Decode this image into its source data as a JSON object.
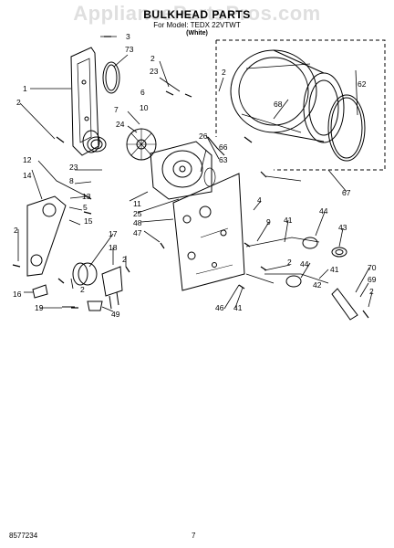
{
  "header": {
    "title": "BULKHEAD PARTS",
    "subtitle": "For Model: TEDX 22VTWT",
    "color_note": "(White)"
  },
  "watermark": "AppliancePartsPros.com",
  "footer": {
    "doc_number": "8577234",
    "page_number": "7"
  },
  "callouts": [
    "1",
    "2",
    "3",
    "73",
    "2",
    "23",
    "7",
    "24",
    "6",
    "10",
    "2",
    "26",
    "66",
    "63",
    "68",
    "62",
    "67",
    "12",
    "14",
    "23",
    "8",
    "13",
    "5",
    "15",
    "2",
    "17",
    "18",
    "2",
    "16",
    "19",
    "49",
    "2",
    "11",
    "25",
    "48",
    "47",
    "4",
    "9",
    "41",
    "44",
    "43",
    "2",
    "41",
    "44",
    "42",
    "70",
    "69",
    "2",
    "46",
    "41"
  ]
}
